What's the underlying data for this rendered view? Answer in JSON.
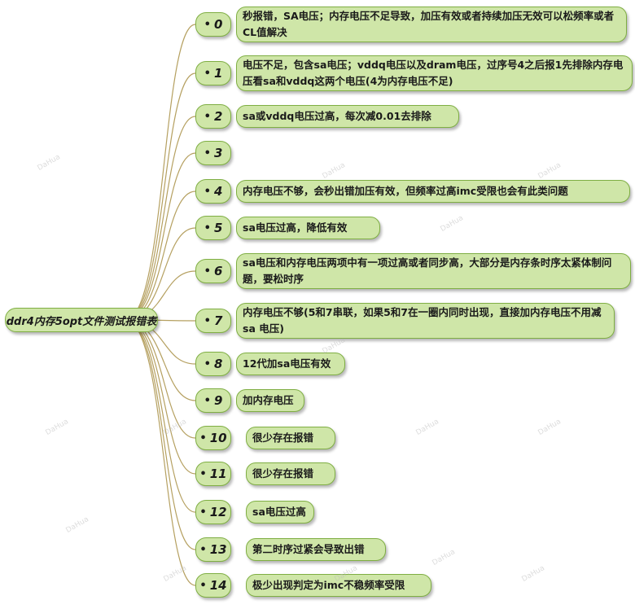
{
  "root": {
    "label": "ddr4内存5opt文件测试报错表"
  },
  "bullet": "•",
  "items": [
    {
      "num": "0",
      "text": "秒报错，SA电压；内存电压不足导致，加压有效或者持续加压无效可以松频率或者CL值解决"
    },
    {
      "num": "1",
      "text": "电压不足，包含sa电压；vddq电压以及dram电压，过序号4之后报1先排除内存电压看sa和vddq这两个电压(4为内存电压不足)"
    },
    {
      "num": "2",
      "text": "sa或vddq电压过高，每次减0.01去排除"
    },
    {
      "num": "3",
      "text": ""
    },
    {
      "num": "4",
      "text": "内存电压不够，会秒出错加压有效，但频率过高imc受限也会有此类问题"
    },
    {
      "num": "5",
      "text": "sa电压过高，降低有效"
    },
    {
      "num": "6",
      "text": "sa电压和内存电压两项中有一项过高或者同步高，大部分是内存条时序太紧体制问题，要松时序"
    },
    {
      "num": "7",
      "text": "内存电压不够(5和7串联，如果5和7在一圈内同时出现，直接加内存电压不用减sa 电压)"
    },
    {
      "num": "8",
      "text": "12代加sa电压有效"
    },
    {
      "num": "9",
      "text": "加内存电压"
    },
    {
      "num": "10",
      "text": "很少存在报错"
    },
    {
      "num": "11",
      "text": "很少存在报错"
    },
    {
      "num": "12",
      "text": "sa电压过高"
    },
    {
      "num": "13",
      "text": "第二时序过紧会导致出错"
    },
    {
      "num": "14",
      "text": "极少出现判定为imc不稳频率受限"
    }
  ],
  "watermark": "DaHua",
  "colors": {
    "node_fill": "#cfe6a8",
    "node_border": "#7fae43",
    "connector": "#b5a060"
  }
}
